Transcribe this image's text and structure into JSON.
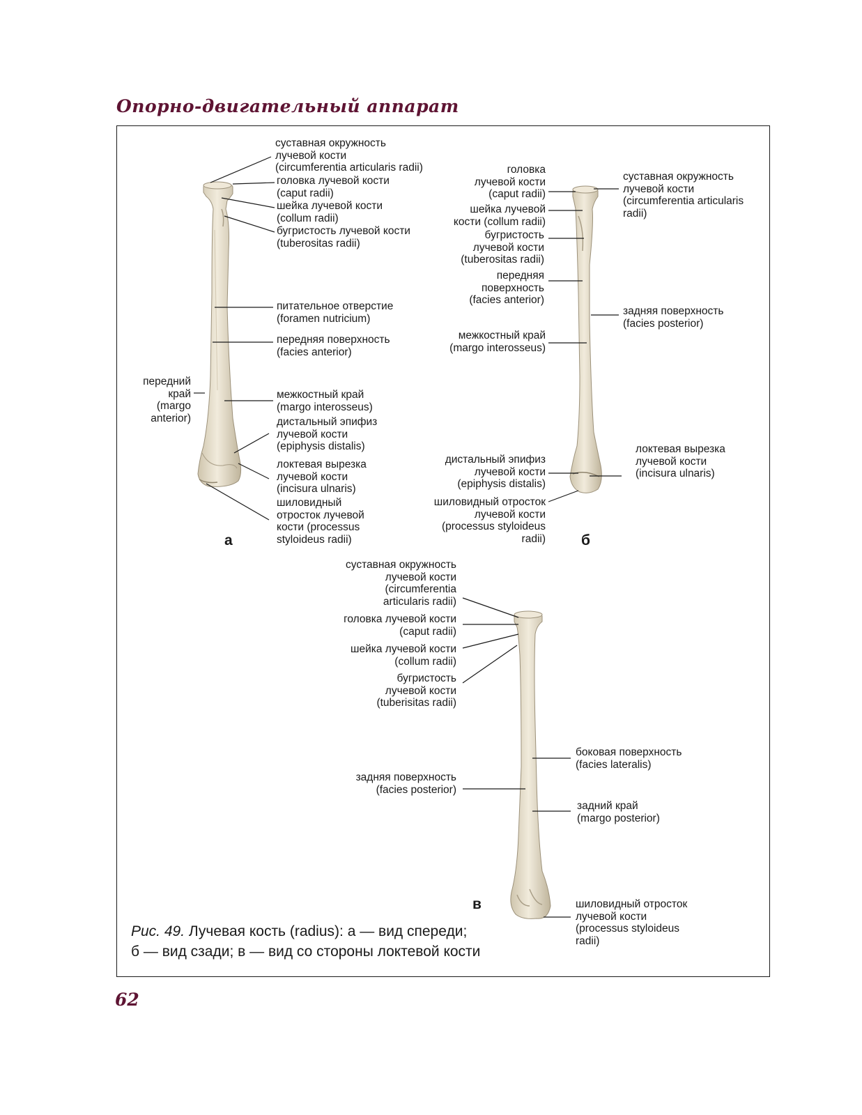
{
  "header": {
    "title": "Опорно-двигательный аппарат"
  },
  "page_number": "62",
  "figures": {
    "a": {
      "letter": "а",
      "labels": {
        "circumferentia": "суставная окружность\nлучевой кости\n(circumferentia articularis radii)",
        "caput": "головка лучевой кости\n(caput radii)",
        "collum": "шейка лучевой кости\n(collum radii)",
        "tuberositas": "бугристость лучевой кости\n(tuberositas radii)",
        "foramen": "питательное отверстие\n(foramen nutricium)",
        "facies_anterior": "передняя поверхность\n(facies anterior)",
        "margo_anterior": "передний\nкрай\n(margo\nanterior)",
        "margo_interosseus": "межкостный край\n(margo interosseus)",
        "epiphysis": "дистальный эпифиз\nлучевой кости\n(epiphysis distalis)",
        "incisura": "локтевая вырезка\nлучевой кости\n(incisura ulnaris)",
        "styloideus": "шиловидный\nотросток лучевой\nкости (processus\nstyloideus radii)"
      }
    },
    "b": {
      "letter": "б",
      "labels": {
        "caput": "головка\nлучевой кости\n(caput radii)",
        "collum": "шейка лучевой\nкости (collum radii)",
        "tuberositas": "бугристость\nлучевой кости\n(tuberositas radii)",
        "facies_anterior": "передняя\nповерхность\n(facies anterior)",
        "margo_interosseus": "межкостный край\n(margo interosseus)",
        "epiphysis": "дистальный эпифиз\nлучевой кости\n(epiphysis distalis)",
        "styloideus": "шиловидный отросток\nлучевой кости\n(processus styloideus\nradii)",
        "circumferentia": "суставная окружность\nлучевой кости\n(circumferentia articularis\nradii)",
        "facies_posterior": "задняя поверхность\n(facies posterior)",
        "incisura": "локтевая вырезка\nлучевой кости\n(incisura ulnaris)"
      }
    },
    "c": {
      "letter": "в",
      "labels": {
        "circumferentia": "суставная окружность\nлучевой кости\n(circumferentia\narticularis radii)",
        "caput": "головка лучевой кости\n(caput radii)",
        "collum": "шейка лучевой кости\n(collum radii)",
        "tuberositas": "бугристость\nлучевой кости\n(tuberisitas radii)",
        "facies_posterior": "задняя поверхность\n(facies posterior)",
        "facies_lateralis": "боковая поверхность\n(facies lateralis)",
        "margo_posterior": "задний край\n(margo posterior)",
        "styloideus": "шиловидный отросток\nлучевой кости\n(processus styloideus\nradii)"
      }
    }
  },
  "caption": {
    "prefix": "Рис. 49.",
    "line1": " Лучевая кость (radius): а — вид спереди;",
    "line2": "б — вид сзади; в — вид со стороны локтевой кости"
  },
  "colors": {
    "header": "#5e1433",
    "bone": "#e8e0cd",
    "bone_shadow": "#b8ad95"
  }
}
